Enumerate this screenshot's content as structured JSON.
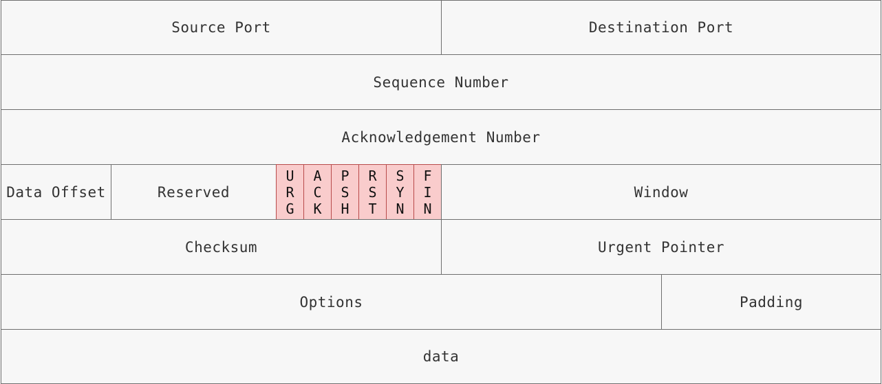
{
  "header": {
    "source_port": "Source Port",
    "destination_port": "Destination Port",
    "sequence_number": "Sequence Number",
    "acknowledgement_number": "Acknowledgement Number",
    "data_offset": "Data Offset",
    "reserved": "Reserved",
    "window": "Window",
    "checksum": "Checksum",
    "urgent_pointer": "Urgent Pointer",
    "options": "Options",
    "padding": "Padding",
    "data": "data"
  },
  "flags": [
    {
      "letters": [
        "U",
        "R",
        "G"
      ]
    },
    {
      "letters": [
        "A",
        "C",
        "K"
      ]
    },
    {
      "letters": [
        "P",
        "S",
        "H"
      ]
    },
    {
      "letters": [
        "R",
        "S",
        "T"
      ]
    },
    {
      "letters": [
        "S",
        "Y",
        "N"
      ]
    },
    {
      "letters": [
        "F",
        "I",
        "N"
      ]
    }
  ],
  "colors": {
    "flag_fill": "#f9cccc",
    "flag_border": "#b84a4a",
    "cell_fill": "#f7f7f7",
    "cell_border": "#6e6e6e"
  }
}
